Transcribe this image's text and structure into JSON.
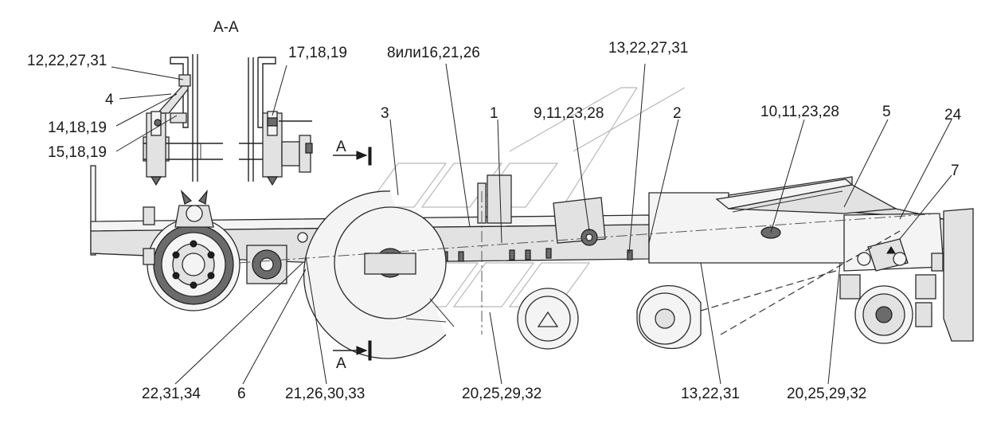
{
  "section_label": "А-А",
  "section_markers": [
    "А",
    "А"
  ],
  "callouts": {
    "c_12_22_27_31": "12,22,27,31",
    "c_4": "4",
    "c_14_18_19": "14,18,19",
    "c_15_18_19": "15,18,19",
    "c_17_18_19": "17,18,19",
    "c_8_16_21_26": "8или16,21,26",
    "c_13_22_27_31": "13,22,27,31",
    "c_3": "3",
    "c_1": "1",
    "c_9_11_23_28": "9,11,23,28",
    "c_2": "2",
    "c_10_11_23_28": "10,11,23,28",
    "c_5": "5",
    "c_24": "24",
    "c_7": "7",
    "c_22_31_34": "22,31,34",
    "c_6": "6",
    "c_21_26_30_33": "21,26,30,33",
    "c_20_25_29_32_a": "20,25,29,32",
    "c_13_22_31": "13,22,31",
    "c_20_25_29_32_b": "20,25,29,32"
  }
}
